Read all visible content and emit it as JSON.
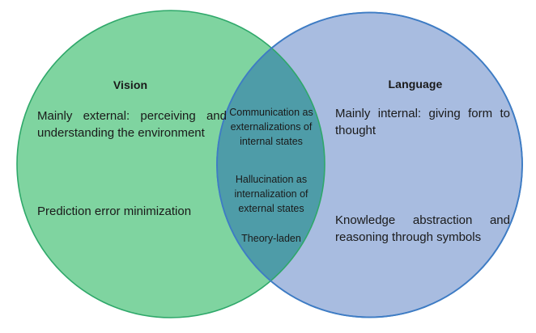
{
  "diagram": {
    "type": "venn-2-set",
    "background_color": "#FFFFFF",
    "left_set": {
      "name": "Vision",
      "title": "Vision",
      "fill_color": "#7FD4A0",
      "stroke_color": "#2FA86A",
      "items": [
        "Mainly external: perceiving and understanding the environment",
        "Prediction error minimization"
      ]
    },
    "right_set": {
      "name": "Language",
      "title": "Language",
      "fill_color": "#A8BCE0",
      "stroke_color": "#3E7CC4",
      "items": [
        "Mainly internal: giving form to thought",
        "Knowledge abstraction and reasoning through symbols"
      ]
    },
    "intersection": {
      "name": "Vision ∩ Language",
      "fill_color": "#4E9CA8",
      "items": [
        "Communication as externalizations of internal states",
        "Hallucination as internalization of external states",
        "Theory-laden"
      ]
    },
    "text_color": "#1A1A1A"
  }
}
